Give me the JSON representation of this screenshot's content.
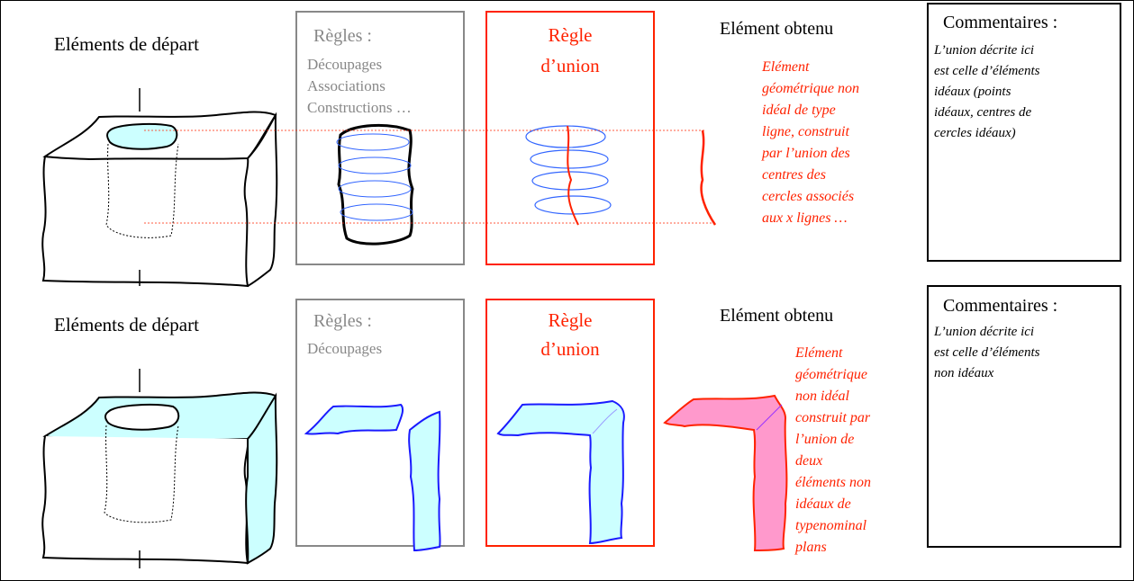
{
  "rows": [
    {
      "depart_label": "Eléments de départ",
      "regles_title": "Règles :",
      "regles_lines": [
        "Découpages",
        "Associations",
        "Constructions …"
      ],
      "union_title_1": "Règle",
      "union_title_2": "d’union",
      "obtenu_label": "Elément obtenu",
      "description_lines": [
        "Elément",
        "géométrique non",
        "idéal de type",
        "ligne,  construit",
        "par l’union des",
        "centres des",
        "cercles associés",
        "aux  x lignes …"
      ],
      "commentaires_title": "Commentaires :",
      "commentaires_lines": [
        "L’union décrite ici",
        "est celle d’éléments",
        "idéaux (points",
        "idéaux, centres de",
        "cercles idéaux)"
      ]
    },
    {
      "depart_label": "Eléments de départ",
      "regles_title": "Règles :",
      "regles_lines": [
        "Découpages"
      ],
      "union_title_1": "Règle",
      "union_title_2": "d’union",
      "obtenu_label": "Elément obtenu",
      "description_lines": [
        "Elément",
        "géométrique",
        "non idéal",
        "construit par",
        "l’union de",
        "deux",
        "éléments non",
        "idéaux de",
        "typenominal",
        "plans"
      ],
      "commentaires_title": "Commentaires :",
      "commentaires_lines": [
        "L’union décrite ici",
        "est celle d’éléments",
        "non idéaux"
      ]
    }
  ],
  "colors": {
    "red": "#ff2200",
    "gray": "#888888",
    "blue": "#0000cc",
    "light_blue_fill": "#ccffff",
    "pink_fill": "#ff99cc"
  }
}
